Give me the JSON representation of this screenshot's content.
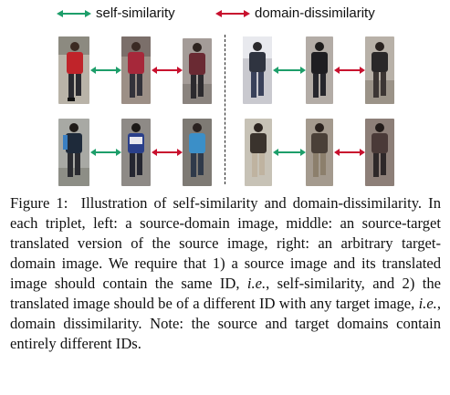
{
  "legend": {
    "self_similarity": {
      "label": "self-similarity",
      "color": "#1d9e6a"
    },
    "domain_dissimilarity": {
      "label": "domain-dissimilarity",
      "color": "#c8102e"
    }
  },
  "figure": {
    "description_items": [
      {
        "row": 1,
        "side": "left",
        "images": [
          "source-image",
          "translated-image",
          "target-image"
        ]
      },
      {
        "row": 1,
        "side": "right",
        "images": [
          "source-image",
          "translated-image",
          "target-image"
        ]
      },
      {
        "row": 2,
        "side": "left",
        "images": [
          "source-image",
          "translated-image",
          "target-image"
        ]
      },
      {
        "row": 2,
        "side": "right",
        "images": [
          "source-image",
          "translated-image",
          "target-image"
        ]
      }
    ]
  },
  "caption": {
    "label": "Figure 1:",
    "part1": "Illustration of self-similarity and domain-dissimilarity. In each triplet, left: a source-domain image, middle: an source-target translated version of the source image, right: an arbitrary target-domain image. We require that 1) a source image and its translated image should contain the same ID, ",
    "ie1": "i.e.",
    "part2": ", self-similarity, and 2) the translated image should be of a different ID with any target image, ",
    "ie2": "i.e.",
    "part3": ", domain dissimilarity. Note: the source and target domains contain entirely different IDs."
  }
}
